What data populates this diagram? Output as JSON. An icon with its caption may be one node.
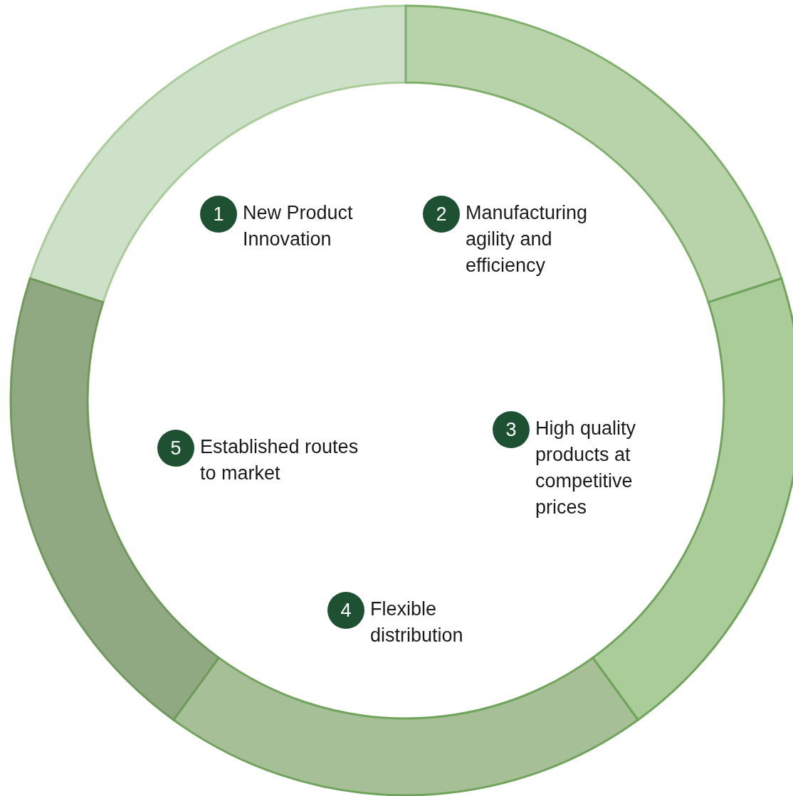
{
  "diagram": {
    "nodes": [
      {
        "text": [
          "1"
        ],
        "beside": [
          "New Product Innovation"
        ]
      },
      {
        "text": [
          "2"
        ],
        "beside": [
          "Manufacturing agility and efficiency"
        ]
      },
      {
        "text": [
          "3"
        ],
        "beside": [
          "High quality products at competitive prices"
        ]
      },
      {
        "text": [
          "4"
        ],
        "beside": [
          "Flexible distribution"
        ]
      },
      {
        "text": [
          "5"
        ],
        "beside": [
          "Established routes to market"
        ]
      }
    ]
  }
}
